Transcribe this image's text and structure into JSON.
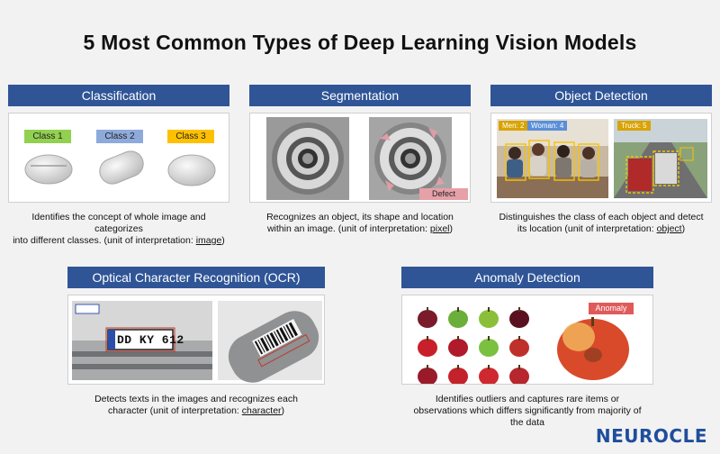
{
  "title": "5 Most Common Types of Deep Learning Vision Models",
  "colors": {
    "header": "#2f5597",
    "logo": "#1f4e9c",
    "class1": "#92d050",
    "class2": "#8eaadb",
    "class3": "#ffc000",
    "defect": "#e6a0a8",
    "anomaly": "#e05a5a"
  },
  "classification": {
    "header": "Classification",
    "labels": [
      "Class 1",
      "Class 2",
      "Class 3"
    ],
    "desc1": "Identifies the concept of whole image and",
    "desc2": "categorizes",
    "desc3a": "into different classes. (unit of interpretation: ",
    "desc3u": "image",
    "desc3b": ")"
  },
  "segmentation": {
    "header": "Segmentation",
    "defect_label": "Defect",
    "desc1": "Recognizes an object, its shape and location",
    "desc2a": "within an image. (unit of interpretation: ",
    "desc2u": "pixel",
    "desc2b": ")"
  },
  "object_detection": {
    "header": "Object Detection",
    "box_labels": [
      "Men: 2",
      "Woman: 4",
      "Truck: 5"
    ],
    "desc1": "Distinguishes the class of each object and detect",
    "desc2a": "its location (unit of interpretation: ",
    "desc2u": "object",
    "desc2b": ")"
  },
  "ocr": {
    "header": "Optical Character Recognition (OCR)",
    "plate_text": "DD KY 612",
    "desc1": "Detects texts in the images and recognizes each",
    "desc2a": "character (unit of interpretation: ",
    "desc2u": "character",
    "desc2b": ")"
  },
  "anomaly": {
    "header": "Anomaly Detection",
    "anomaly_label": "Anomaly",
    "desc1": "Identifies outliers and captures rare items or",
    "desc2": "observations which differs significantly from majority of",
    "desc3": "the data"
  },
  "brand": "NEUROCLE"
}
